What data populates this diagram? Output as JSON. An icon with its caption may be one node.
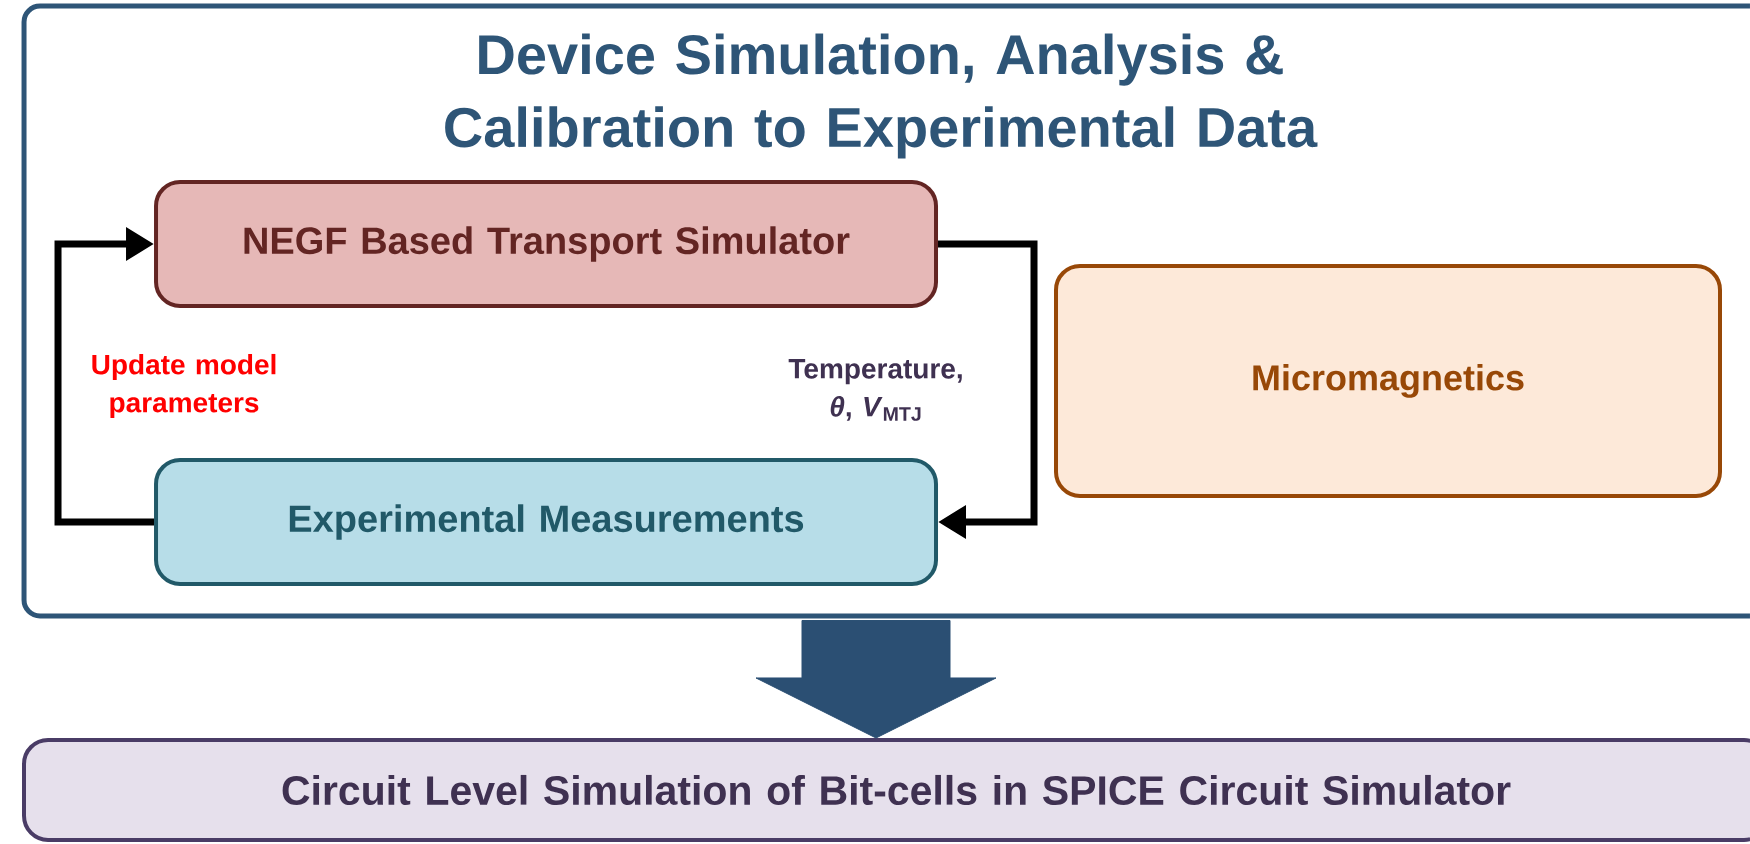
{
  "diagram": {
    "nodes": [
      {
        "text": [
          "Device Simulation, Analysis & Calibration to Experimental Data"
        ]
      },
      {
        "text": [
          "NEGF Based Transport Simulator"
        ],
        "in": 0
      },
      {
        "text": [
          "Experimental Measurements"
        ],
        "in": 0
      },
      {
        "text": [
          "Micromagnetics"
        ],
        "in": 0
      },
      {
        "text": [
          "Circuit Level Simulation of Bit-cells in SPICE Circuit Simulator"
        ]
      }
    ],
    "edges": [
      {
        "from": 2,
        "to": 1,
        "arrow": "to",
        "label": "Update model parameters"
      },
      {
        "from": 1,
        "to": 2,
        "arrow": "to",
        "label": "Temperature, *θ*, *V*$_{MTJ}$"
      },
      {
        "from": 0,
        "to": 4,
        "arrow": "to",
        "style": "thick",
        "color": "#2b4f73"
      }
    ]
  }
}
